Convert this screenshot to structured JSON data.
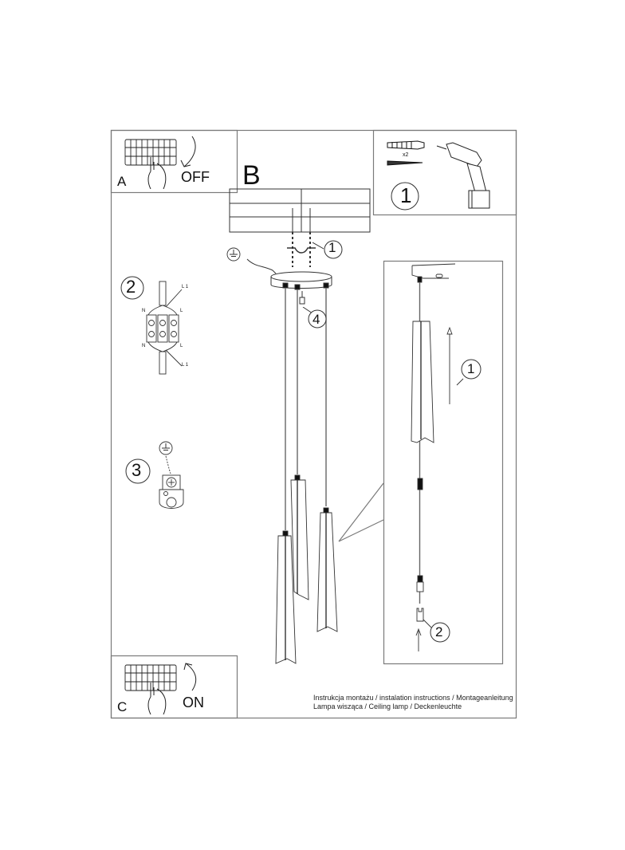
{
  "page": {
    "background": "#ffffff",
    "line_color": "#7a7a7a",
    "ink_color": "#111111"
  },
  "panel_a": {
    "letter": "A",
    "action": "OFF",
    "icons": [
      "breaker-panel-icon",
      "hand-icon",
      "curved-arrow-down-icon"
    ]
  },
  "panel_b": {
    "letter": "B",
    "callouts": [
      "1",
      "4"
    ],
    "icons": [
      "ceiling-icon",
      "mounting-bracket-icon",
      "ground-symbol-icon",
      "canopy-icon",
      "screw-icon",
      "pendant-lamp-icon"
    ]
  },
  "panel_tools": {
    "step_number": "1",
    "quantity": "x2",
    "icons": [
      "wall-plug-icon",
      "screw-icon",
      "drill-icon"
    ]
  },
  "step_2": {
    "number": "2",
    "wire_labels": {
      "top": "L 1",
      "left_top": "N",
      "right_top": "L",
      "left_bottom": "N",
      "right_bottom": "L",
      "bottom": "L 1"
    }
  },
  "step_3": {
    "number": "3",
    "icons": [
      "ground-symbol-icon",
      "ground-terminal-icon"
    ]
  },
  "detail_panel": {
    "callouts": [
      "1",
      "2"
    ],
    "icons": [
      "canopy-icon",
      "lamp-shade-icon",
      "arrow-up-icon",
      "cable-icon",
      "connector-icon",
      "bulb-socket-icon"
    ]
  },
  "panel_c": {
    "letter": "C",
    "action": "ON",
    "icons": [
      "breaker-panel-icon",
      "hand-icon",
      "curved-arrow-up-icon"
    ]
  },
  "footer": {
    "line1": "Instrukcja montażu / instalation instructions / Montageanleitung",
    "line2": "Lampa wisząca / Ceiling lamp / Deckenleuchte"
  }
}
